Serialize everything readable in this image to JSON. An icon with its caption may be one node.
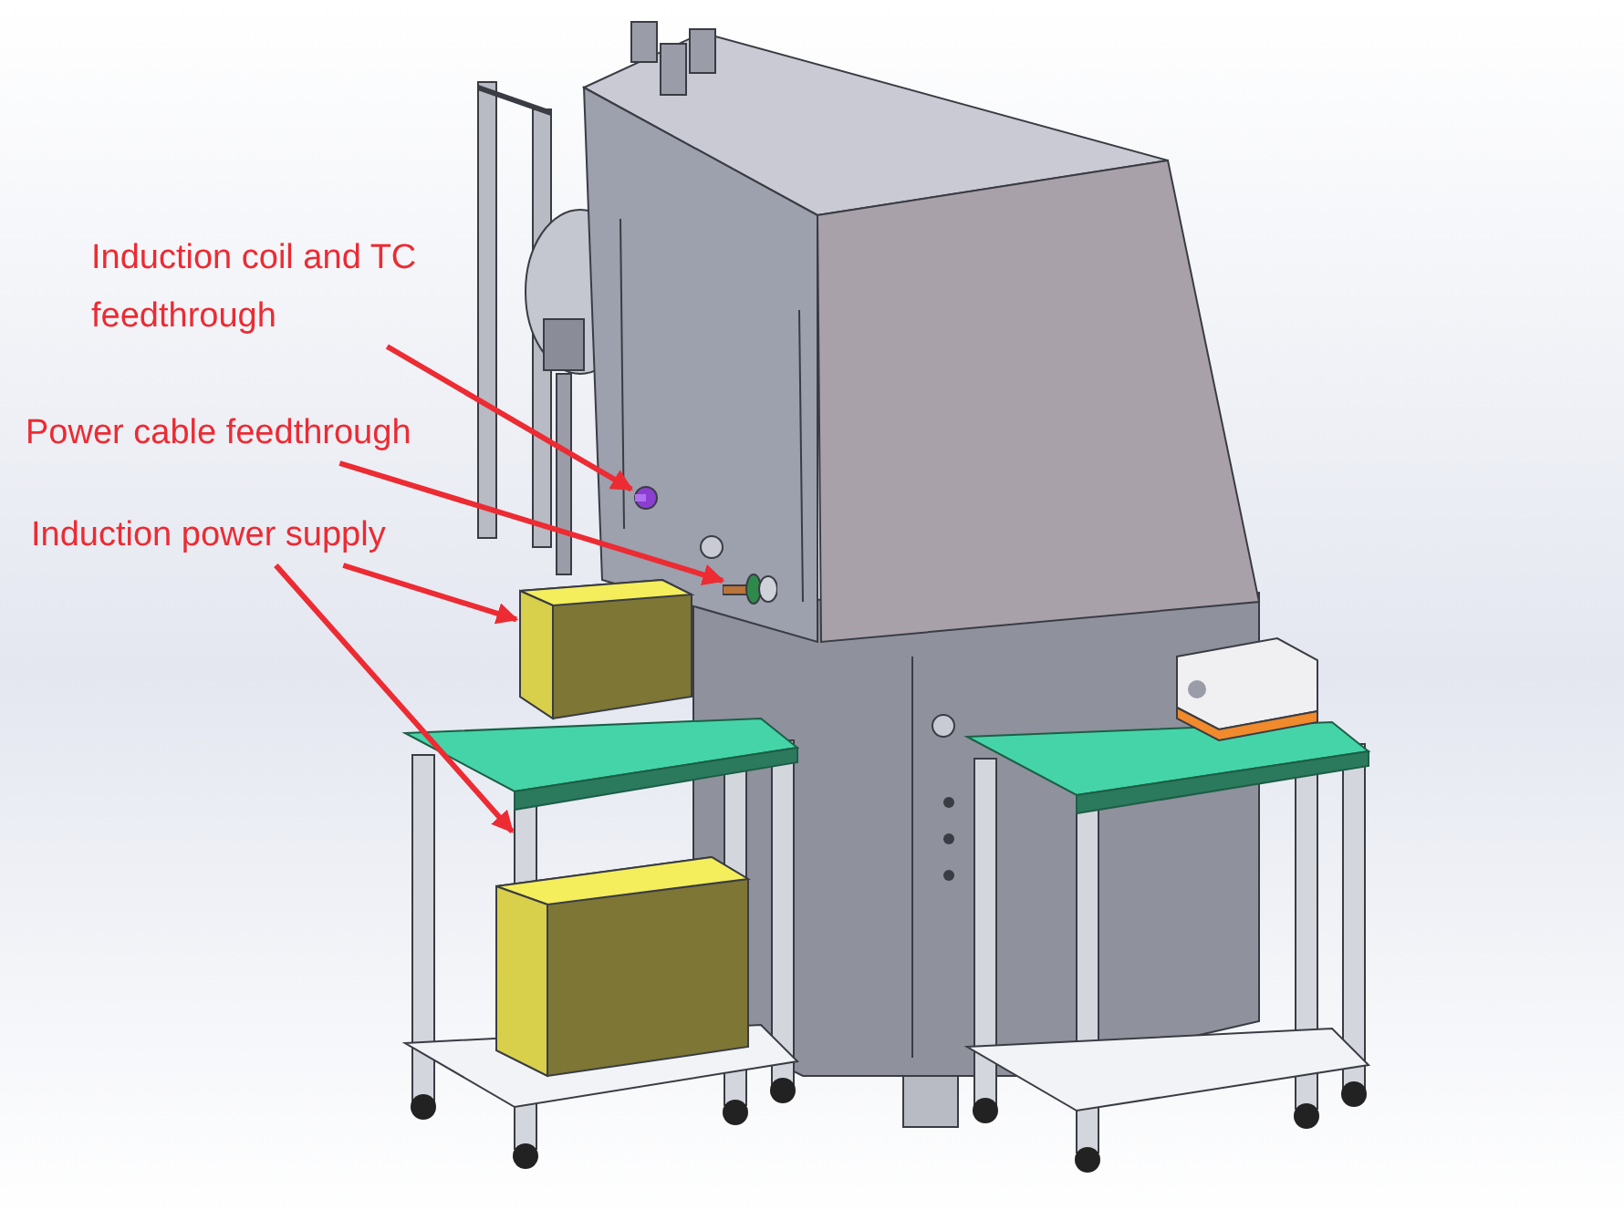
{
  "diagram": {
    "nodes": [
      {
        "text": [
          "Induction coil and TC feedthrough"
        ]
      },
      {
        "text": [
          "Power cable feedthrough"
        ]
      },
      {
        "text": [
          "Induction power supply"
        ]
      },
      {
        "text": [],
        "shape": "picture"
      },
      {
        "text": [],
        "shape": "picture"
      },
      {
        "text": [],
        "shape": "picture"
      },
      {
        "text": [],
        "shape": "picture"
      }
    ],
    "edges": [
      {
        "from": 0,
        "to": 3,
        "arrow": "to"
      },
      {
        "from": 1,
        "to": 4,
        "arrow": "to"
      },
      {
        "from": 2,
        "to": 5,
        "arrow": "to"
      },
      {
        "from": 2,
        "to": 6,
        "arrow": "to"
      }
    ]
  }
}
